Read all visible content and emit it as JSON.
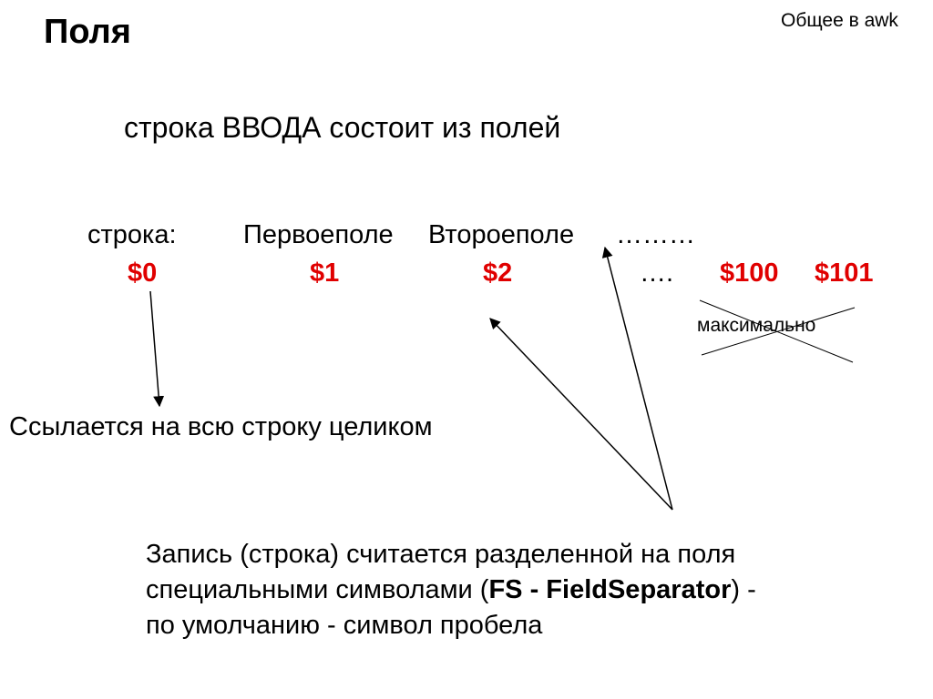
{
  "slide": {
    "title": "Поля",
    "corner_label": "Общее в awk",
    "subtitle": "строка ВВОДА   состоит из полей"
  },
  "example": {
    "row_label": "строка:",
    "field1": "Первоеполе",
    "field2": "Второеполе",
    "ellipsis": "………",
    "vars": [
      "$0",
      "$1",
      "$2",
      "$100",
      "$101"
    ],
    "vars_ellipsis": "….",
    "crossed_note": "максимально"
  },
  "notes": {
    "dollar_zero": "Ссылается на всю строку целиком",
    "separator_line1": "Запись (строка) считается разделенной на поля",
    "separator_line2_pre": "специальными символами (",
    "separator_fs": "FS - FieldSeparator",
    "separator_line2_post": ")  -",
    "separator_line3": "по умолчанию - символ пробела"
  },
  "colors": {
    "field_vars": "#e00000",
    "text": "#000000"
  }
}
